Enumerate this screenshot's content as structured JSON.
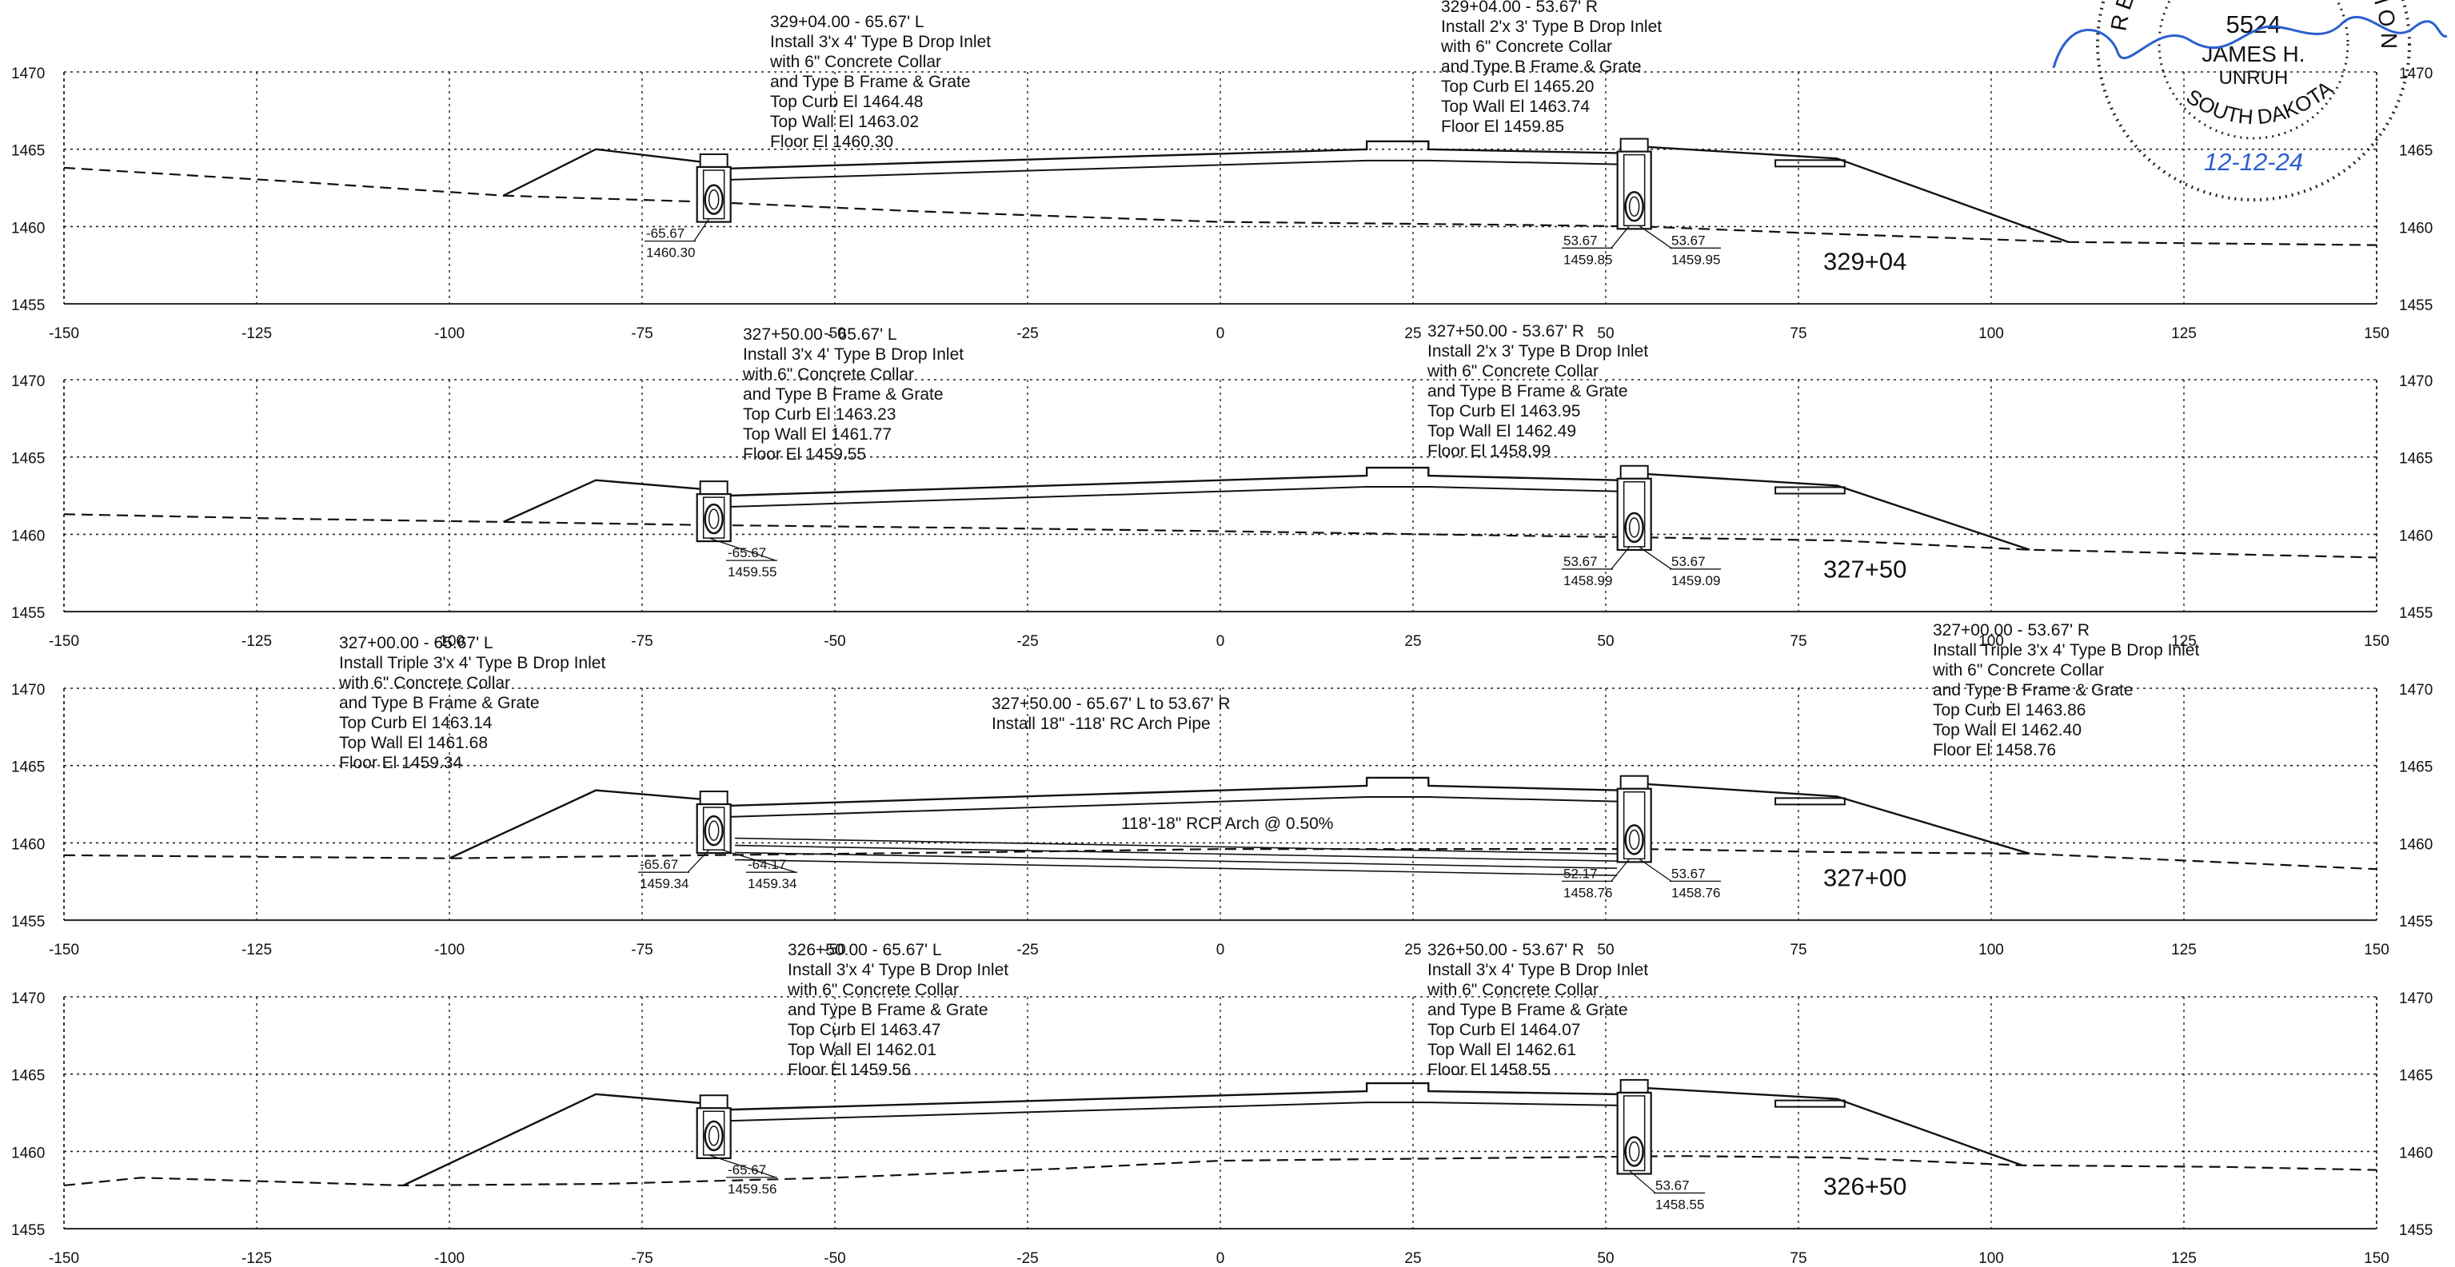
{
  "axis": {
    "x_ticks": [
      "-150",
      "-125",
      "-100",
      "-75",
      "-50",
      "-25",
      "0",
      "25",
      "50",
      "75",
      "100",
      "125",
      "150"
    ],
    "elevation_ticks": [
      "1470",
      "1465",
      "1460",
      "1455"
    ]
  },
  "sections": [
    {
      "station_label": "329+04",
      "left_callout": [
        "329+04.00 - 65.67' L",
        "Install 3'x 4' Type B Drop Inlet",
        "with 6\" Concrete Collar",
        "and Type B Frame & Grate",
        "Top Curb El 1464.48",
        "Top Wall El 1463.02",
        "Floor El 1460.30"
      ],
      "right_callout": [
        "329+04.00 - 53.67' R",
        "Install 2'x 3' Type B Drop Inlet",
        "with 6\" Concrete Collar",
        "and Type B Frame & Grate",
        "Top Curb El 1465.20",
        "Top Wall El 1463.74",
        "Floor El 1459.85"
      ],
      "left_dims": [
        {
          "offset": "-65.67",
          "elev": "1460.30"
        }
      ],
      "right_dims": [
        {
          "offset": "53.67",
          "elev": "1459.85"
        },
        {
          "offset": "53.67",
          "elev": "1459.95"
        }
      ]
    },
    {
      "station_label": "327+50",
      "left_callout": [
        "327+50.00 - 65.67' L",
        "Install 3'x 4' Type B Drop Inlet",
        "with 6\" Concrete Collar",
        "and Type B Frame & Grate",
        "Top Curb El 1463.23",
        "Top Wall El 1461.77",
        "Floor El 1459.55"
      ],
      "right_callout": [
        "327+50.00 - 53.67' R",
        "Install 2'x 3' Type B Drop Inlet",
        "with 6\" Concrete Collar",
        "and Type B Frame & Grate",
        "Top Curb El 1463.95",
        "Top Wall El 1462.49",
        "Floor El 1458.99"
      ],
      "left_dims": [
        {
          "offset": "-65.67",
          "elev": "1459.55"
        }
      ],
      "right_dims": [
        {
          "offset": "53.67",
          "elev": "1458.99"
        },
        {
          "offset": "53.67",
          "elev": "1459.09"
        }
      ]
    },
    {
      "station_label": "327+00",
      "left_callout": [
        "327+00.00 - 65.67' L",
        "Install Triple 3'x 4' Type B Drop Inlet",
        "with 6\" Concrete Collar",
        "and Type B Frame & Grate",
        "Top Curb El 1463.14",
        "Top Wall El 1461.68",
        "Floor El 1459.34"
      ],
      "right_callout": [
        "327+00.00 - 53.67' R",
        "Install Triple 3'x 4' Type B Drop Inlet",
        "with 6\" Concrete Collar",
        "and Type B Frame & Grate",
        "Top Curb El 1463.86",
        "Top Wall El 1462.40",
        "Floor El 1458.76"
      ],
      "center_callout": [
        "327+50.00 - 65.67' L to 53.67' R",
        "Install 18\" -118' RC Arch Pipe"
      ],
      "pipe_label": "118'-18\" RCP Arch @ 0.50%",
      "left_dims": [
        {
          "offset": "-65.67",
          "elev": "1459.34"
        },
        {
          "offset": "-64.17",
          "elev": "1459.34"
        }
      ],
      "right_dims": [
        {
          "offset": "52.17",
          "elev": "1458.76"
        },
        {
          "offset": "53.67",
          "elev": "1458.76"
        }
      ]
    },
    {
      "station_label": "326+50",
      "left_callout": [
        "326+50.00 - 65.67' L",
        "Install 3'x 4' Type B Drop Inlet",
        "with 6\" Concrete Collar",
        "and Type B Frame & Grate",
        "Top Curb El 1463.47",
        "Top Wall El 1462.01",
        "Floor El 1459.56"
      ],
      "right_callout": [
        "326+50.00 - 53.67' R",
        "Install 3'x 4' Type B Drop Inlet",
        "with 6\" Concrete Collar",
        "and Type B Frame & Grate",
        "Top Curb El 1464.07",
        "Top Wall El 1462.61",
        "Floor El 1458.55"
      ],
      "left_dims": [
        {
          "offset": "-65.67",
          "elev": "1459.56"
        }
      ],
      "right_dims": [
        {
          "offset": "53.67",
          "elev": "1458.55"
        }
      ]
    }
  ],
  "stamp": {
    "number": "5524",
    "name_line1": "JAMES H.",
    "name_line2": "UNRUH",
    "state": "SOUTH DAKOTA",
    "top_text": "REGISTERED PROFESSIONAL ENGINEER",
    "date": "12-12-24",
    "signature": "James Unruh",
    "ink_color": "#2a5fcf"
  }
}
